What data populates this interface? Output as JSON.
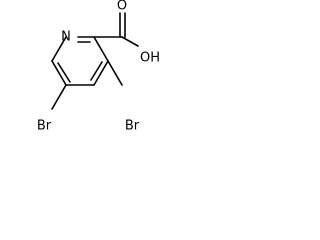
{
  "molecule": {
    "atoms": {
      "nitrogen": "N",
      "bromine_left": "Br",
      "bromine_right": "Br",
      "oxygen_carbonyl": "O",
      "hydroxyl": "OH"
    }
  }
}
